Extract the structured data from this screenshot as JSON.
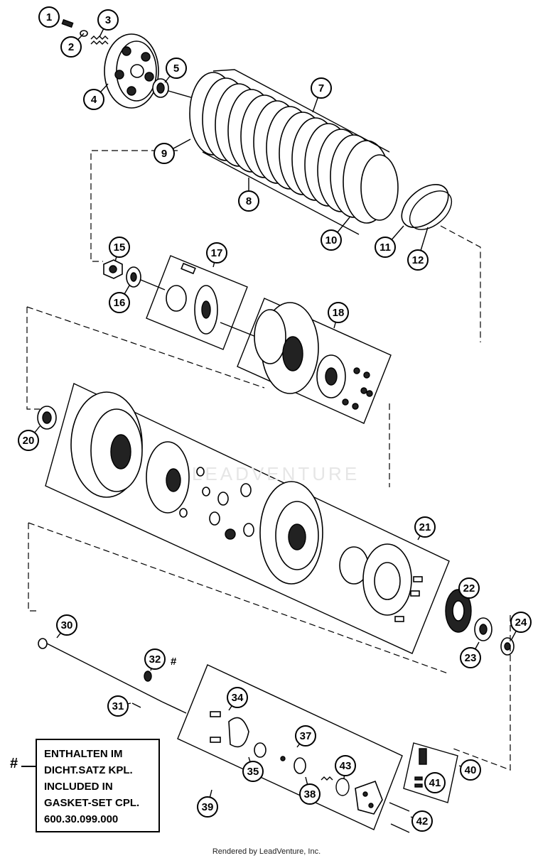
{
  "callouts": [
    {
      "n": "1"
    },
    {
      "n": "2"
    },
    {
      "n": "3"
    },
    {
      "n": "4"
    },
    {
      "n": "5"
    },
    {
      "n": "7"
    },
    {
      "n": "8"
    },
    {
      "n": "9"
    },
    {
      "n": "10"
    },
    {
      "n": "11"
    },
    {
      "n": "12"
    },
    {
      "n": "15"
    },
    {
      "n": "16"
    },
    {
      "n": "17"
    },
    {
      "n": "18"
    },
    {
      "n": "20"
    },
    {
      "n": "21"
    },
    {
      "n": "22"
    },
    {
      "n": "23"
    },
    {
      "n": "24"
    },
    {
      "n": "30"
    },
    {
      "n": "31"
    },
    {
      "n": "32"
    },
    {
      "n": "34"
    },
    {
      "n": "35"
    },
    {
      "n": "37"
    },
    {
      "n": "38"
    },
    {
      "n": "39"
    },
    {
      "n": "40"
    },
    {
      "n": "41"
    },
    {
      "n": "42"
    },
    {
      "n": "43"
    }
  ],
  "hash_symbol": "#",
  "part32_suffix": "#",
  "note_box": {
    "lines": [
      "ENTHALTEN IM",
      "DICHT.SATZ KPL.",
      "INCLUDED IN",
      "GASKET-SET CPL.",
      "600.30.099.000"
    ]
  },
  "watermark": "LEADVENTURE",
  "footer": "Rendered by LeadVenture, Inc."
}
